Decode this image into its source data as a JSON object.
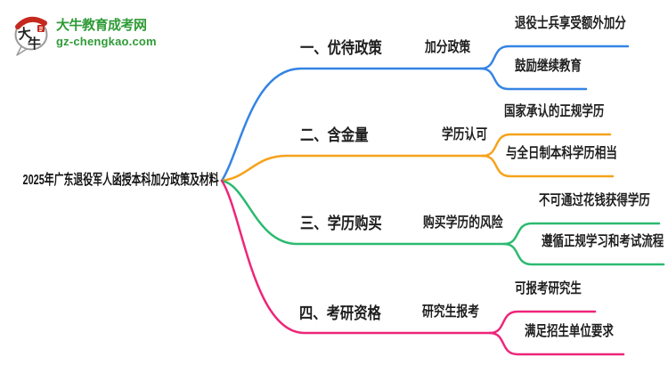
{
  "brand": {
    "name": "大牛教育成考网",
    "domain": "gz-chengkao.com",
    "logo_char_1": "大",
    "logo_char_2": "牛",
    "green": "#2f9b36",
    "red": "#c5291d"
  },
  "central_topic": "2025年广东退役军人函授本科加分政策及材料",
  "mindmap": {
    "background": "#ffffff",
    "text_color": "#1e1e1e",
    "branches": [
      {
        "label": "一、优待政策",
        "child": "加分政策",
        "color": "#3584e4",
        "leaves": [
          "退役士兵享受额外加分",
          "鼓励继续教育"
        ]
      },
      {
        "label": "二、含金量",
        "child": "学历认可",
        "color": "#f6a21b",
        "leaves": [
          "国家承认的正规学历",
          "与全日制本科学历相当"
        ]
      },
      {
        "label": "三、学历购买",
        "child": "购买学历的风险",
        "color": "#2cba70",
        "leaves": [
          "不可通过花钱获得学历",
          "遵循正规学习和考试流程"
        ]
      },
      {
        "label": "四、考研资格",
        "child": "研究生报考",
        "color": "#ee2579",
        "leaves": [
          "可报考研究生",
          "满足招生单位要求"
        ]
      }
    ]
  }
}
